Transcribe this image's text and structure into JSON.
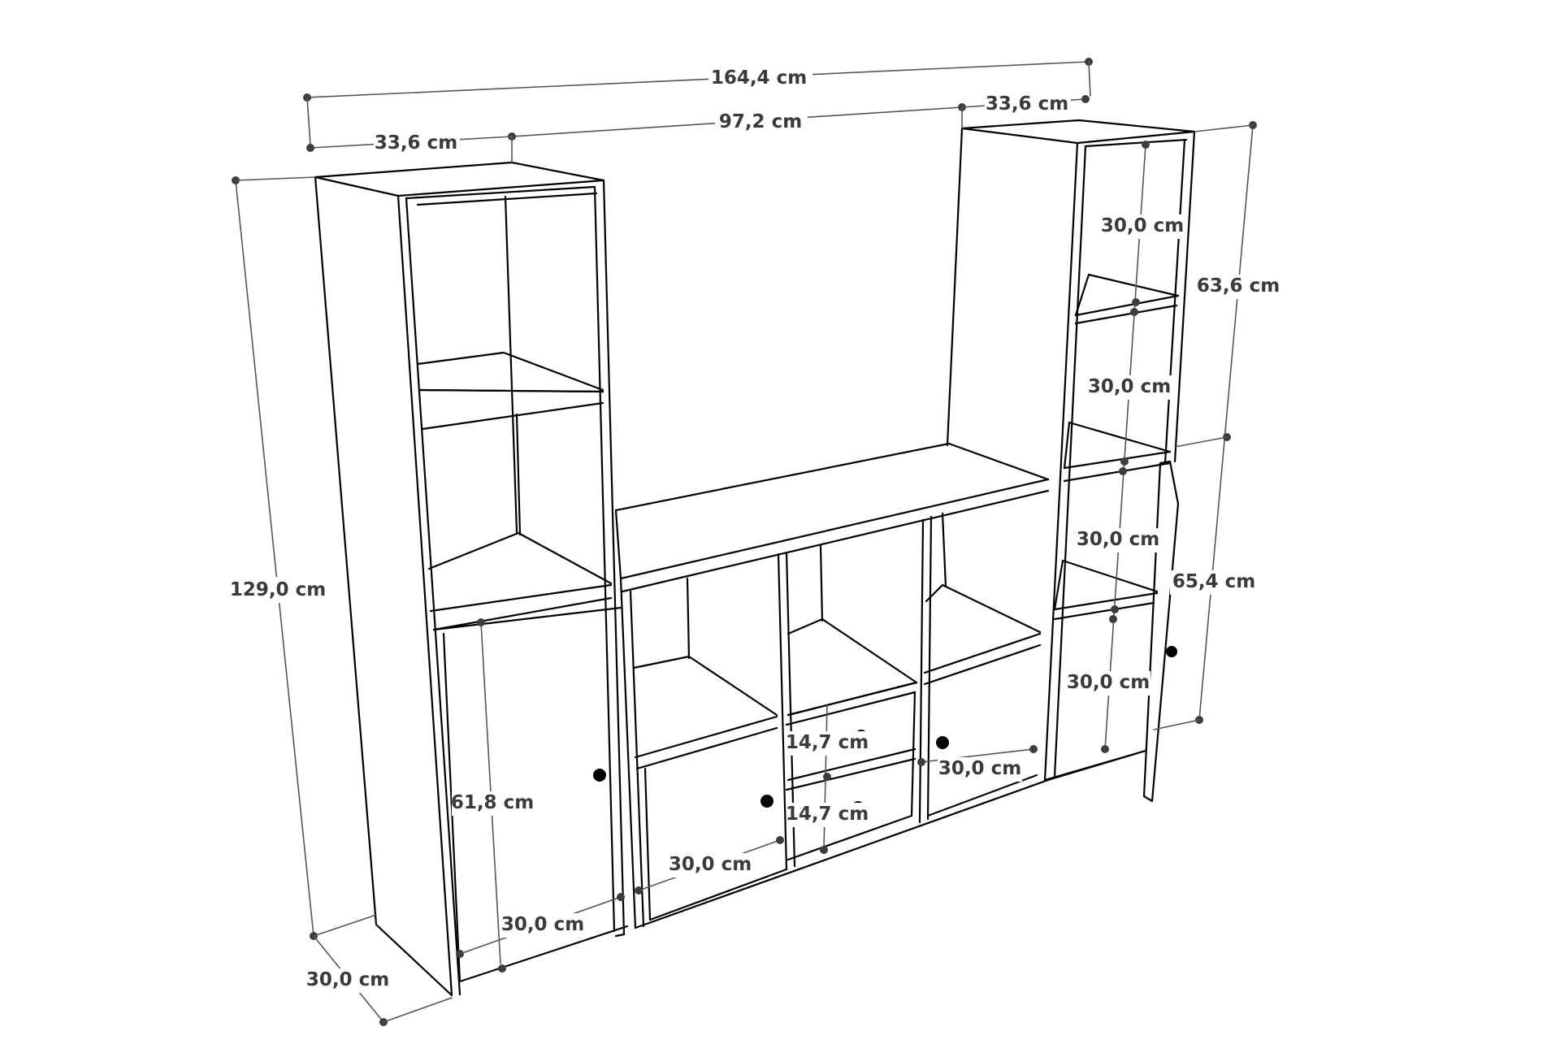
{
  "dimensions": {
    "total_width": "164,4 cm",
    "middle_width": "97,2 cm",
    "left_tower_width": "33,6 cm",
    "right_tower_width": "33,6 cm",
    "total_height": "129,0 cm",
    "depth": "30,0 cm",
    "left_door_height": "61,8 cm",
    "left_door_width": "30,0 cm",
    "left_middle_door_width": "30,0 cm",
    "drawer_top_height": "14,7 cm",
    "drawer_bottom_height": "14,7 cm",
    "right_middle_door_width": "30,0 cm",
    "right_shelf_1": "30,0 cm",
    "right_shelf_2": "30,0 cm",
    "right_shelf_3": "30,0 cm",
    "right_shelf_4": "30,0 cm",
    "right_upper_height": "63,6 cm",
    "right_lower_height": "65,4 cm"
  },
  "colors": {
    "outline": "#000000",
    "dimension_line": "#555555",
    "label": "#3a3a3a"
  }
}
